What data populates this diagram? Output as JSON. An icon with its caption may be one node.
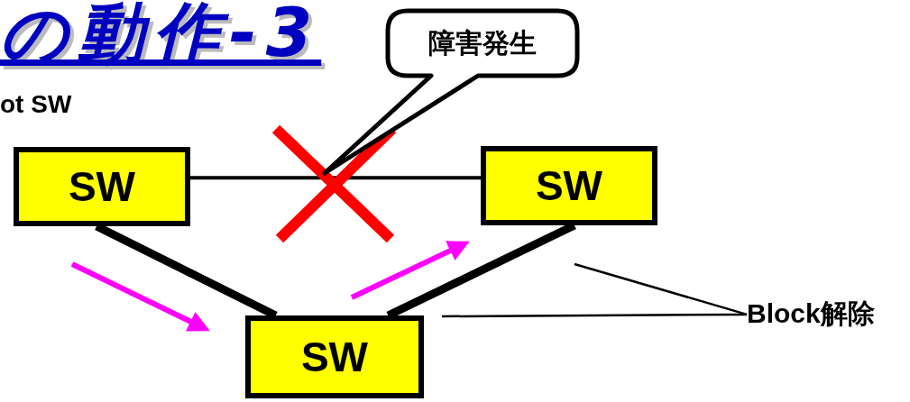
{
  "diagram": {
    "title": "の動作-3",
    "nodes": [
      {
        "text": [
          "SW"
        ]
      },
      {
        "text": [
          "SW"
        ]
      },
      {
        "text": [
          "SW"
        ]
      },
      {
        "text": [
          "障害発生"
        ]
      },
      {
        "text": [
          "Block解除"
        ]
      }
    ],
    "edges": [
      {
        "from": 0,
        "to": 1,
        "arrow": "none"
      },
      {
        "from": 0,
        "to": 2,
        "arrow": "none",
        "style": "thick"
      },
      {
        "from": 1,
        "to": 2,
        "arrow": "none",
        "style": "thick"
      },
      {
        "from": 4,
        "to": null,
        "arrow": "none"
      },
      {
        "from": 4,
        "to": null,
        "arrow": "none"
      }
    ],
    "labels": [
      "ot SW"
    ]
  }
}
